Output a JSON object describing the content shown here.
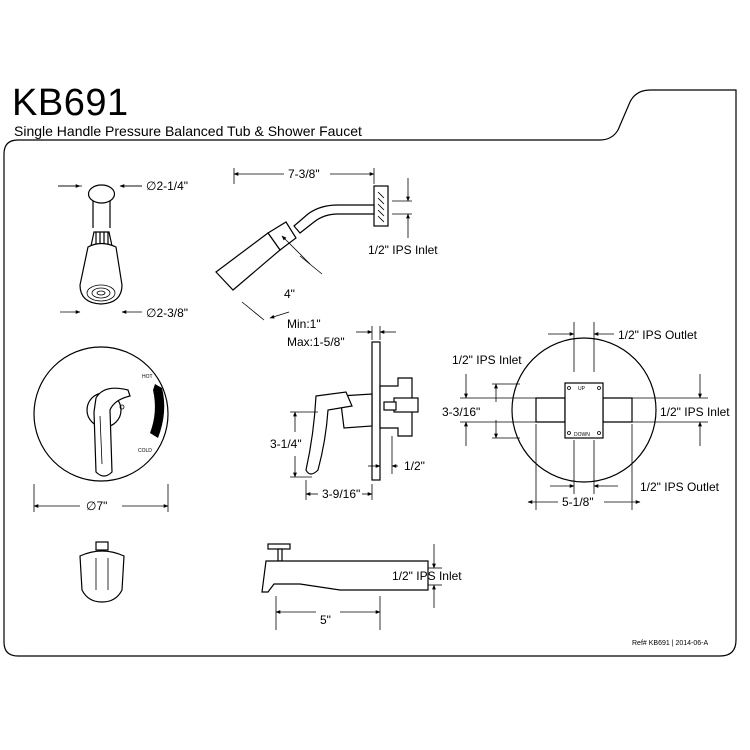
{
  "header": {
    "model": "KB691",
    "description": "Single Handle Pressure Balanced Tub & Shower Faucet"
  },
  "showerhead": {
    "dim_top_diameter": "∅2-1/4\"",
    "dim_bottom_diameter": "∅2-3/8\"",
    "dim_arm_length": "7-3/8\"",
    "dim_drop": "4\"",
    "inlet_label": "1/2\" IPS Inlet"
  },
  "trim": {
    "diameter": "∅7\"",
    "hot_label": "HOT",
    "cold_label": "COLD"
  },
  "valve_side": {
    "depth_min": "Min:1\"",
    "depth_max": "Max:1-5/8\"",
    "handle_height": "3-1/4\"",
    "handle_depth": "3-9/16\"",
    "port_offset": "1/2\""
  },
  "valve_back": {
    "outlet_top": "1/2\" IPS Outlet",
    "inlet_left": "1/2\" IPS Inlet",
    "inlet_right": "1/2\" IPS Inlet",
    "outlet_bottom": "1/2\" IPS Outlet",
    "height": "3-3/16\"",
    "width": "5-1/8\"",
    "up_label": "UP",
    "down_label": "DOWN"
  },
  "spout": {
    "inlet_label": "1/2\" IPS Inlet",
    "length": "5\""
  },
  "footer": {
    "reference": "Ref# KB691 | 2014-06-A"
  }
}
